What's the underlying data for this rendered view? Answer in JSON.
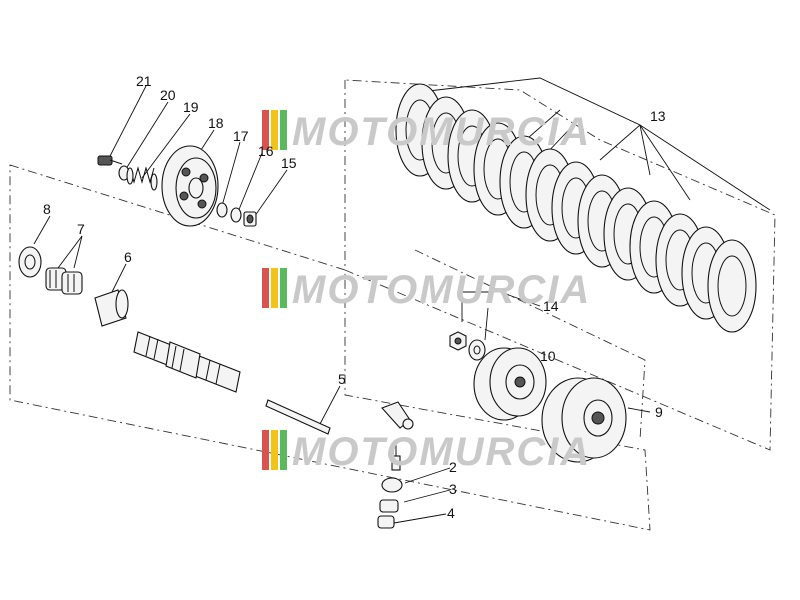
{
  "watermark": {
    "text": "MOTOMURCIA",
    "colors": {
      "red": "#d9534f",
      "yellow": "#f0c419",
      "green": "#5cb85c",
      "grey": "#c9c9c9"
    }
  },
  "callouts": [
    {
      "id": "21",
      "text": "21"
    },
    {
      "id": "20",
      "text": "20"
    },
    {
      "id": "19",
      "text": "19"
    },
    {
      "id": "18",
      "text": "18"
    },
    {
      "id": "17",
      "text": "17"
    },
    {
      "id": "16",
      "text": "16"
    },
    {
      "id": "15",
      "text": "15"
    },
    {
      "id": "13",
      "text": "13"
    },
    {
      "id": "14",
      "text": "14"
    },
    {
      "id": "10",
      "text": "10"
    },
    {
      "id": "9",
      "text": "9"
    },
    {
      "id": "8",
      "text": "8"
    },
    {
      "id": "7",
      "text": "7"
    },
    {
      "id": "6",
      "text": "6"
    },
    {
      "id": "5",
      "text": "5"
    },
    {
      "id": "2",
      "text": "2"
    },
    {
      "id": "3",
      "text": "3"
    },
    {
      "id": "4",
      "text": "4"
    }
  ]
}
